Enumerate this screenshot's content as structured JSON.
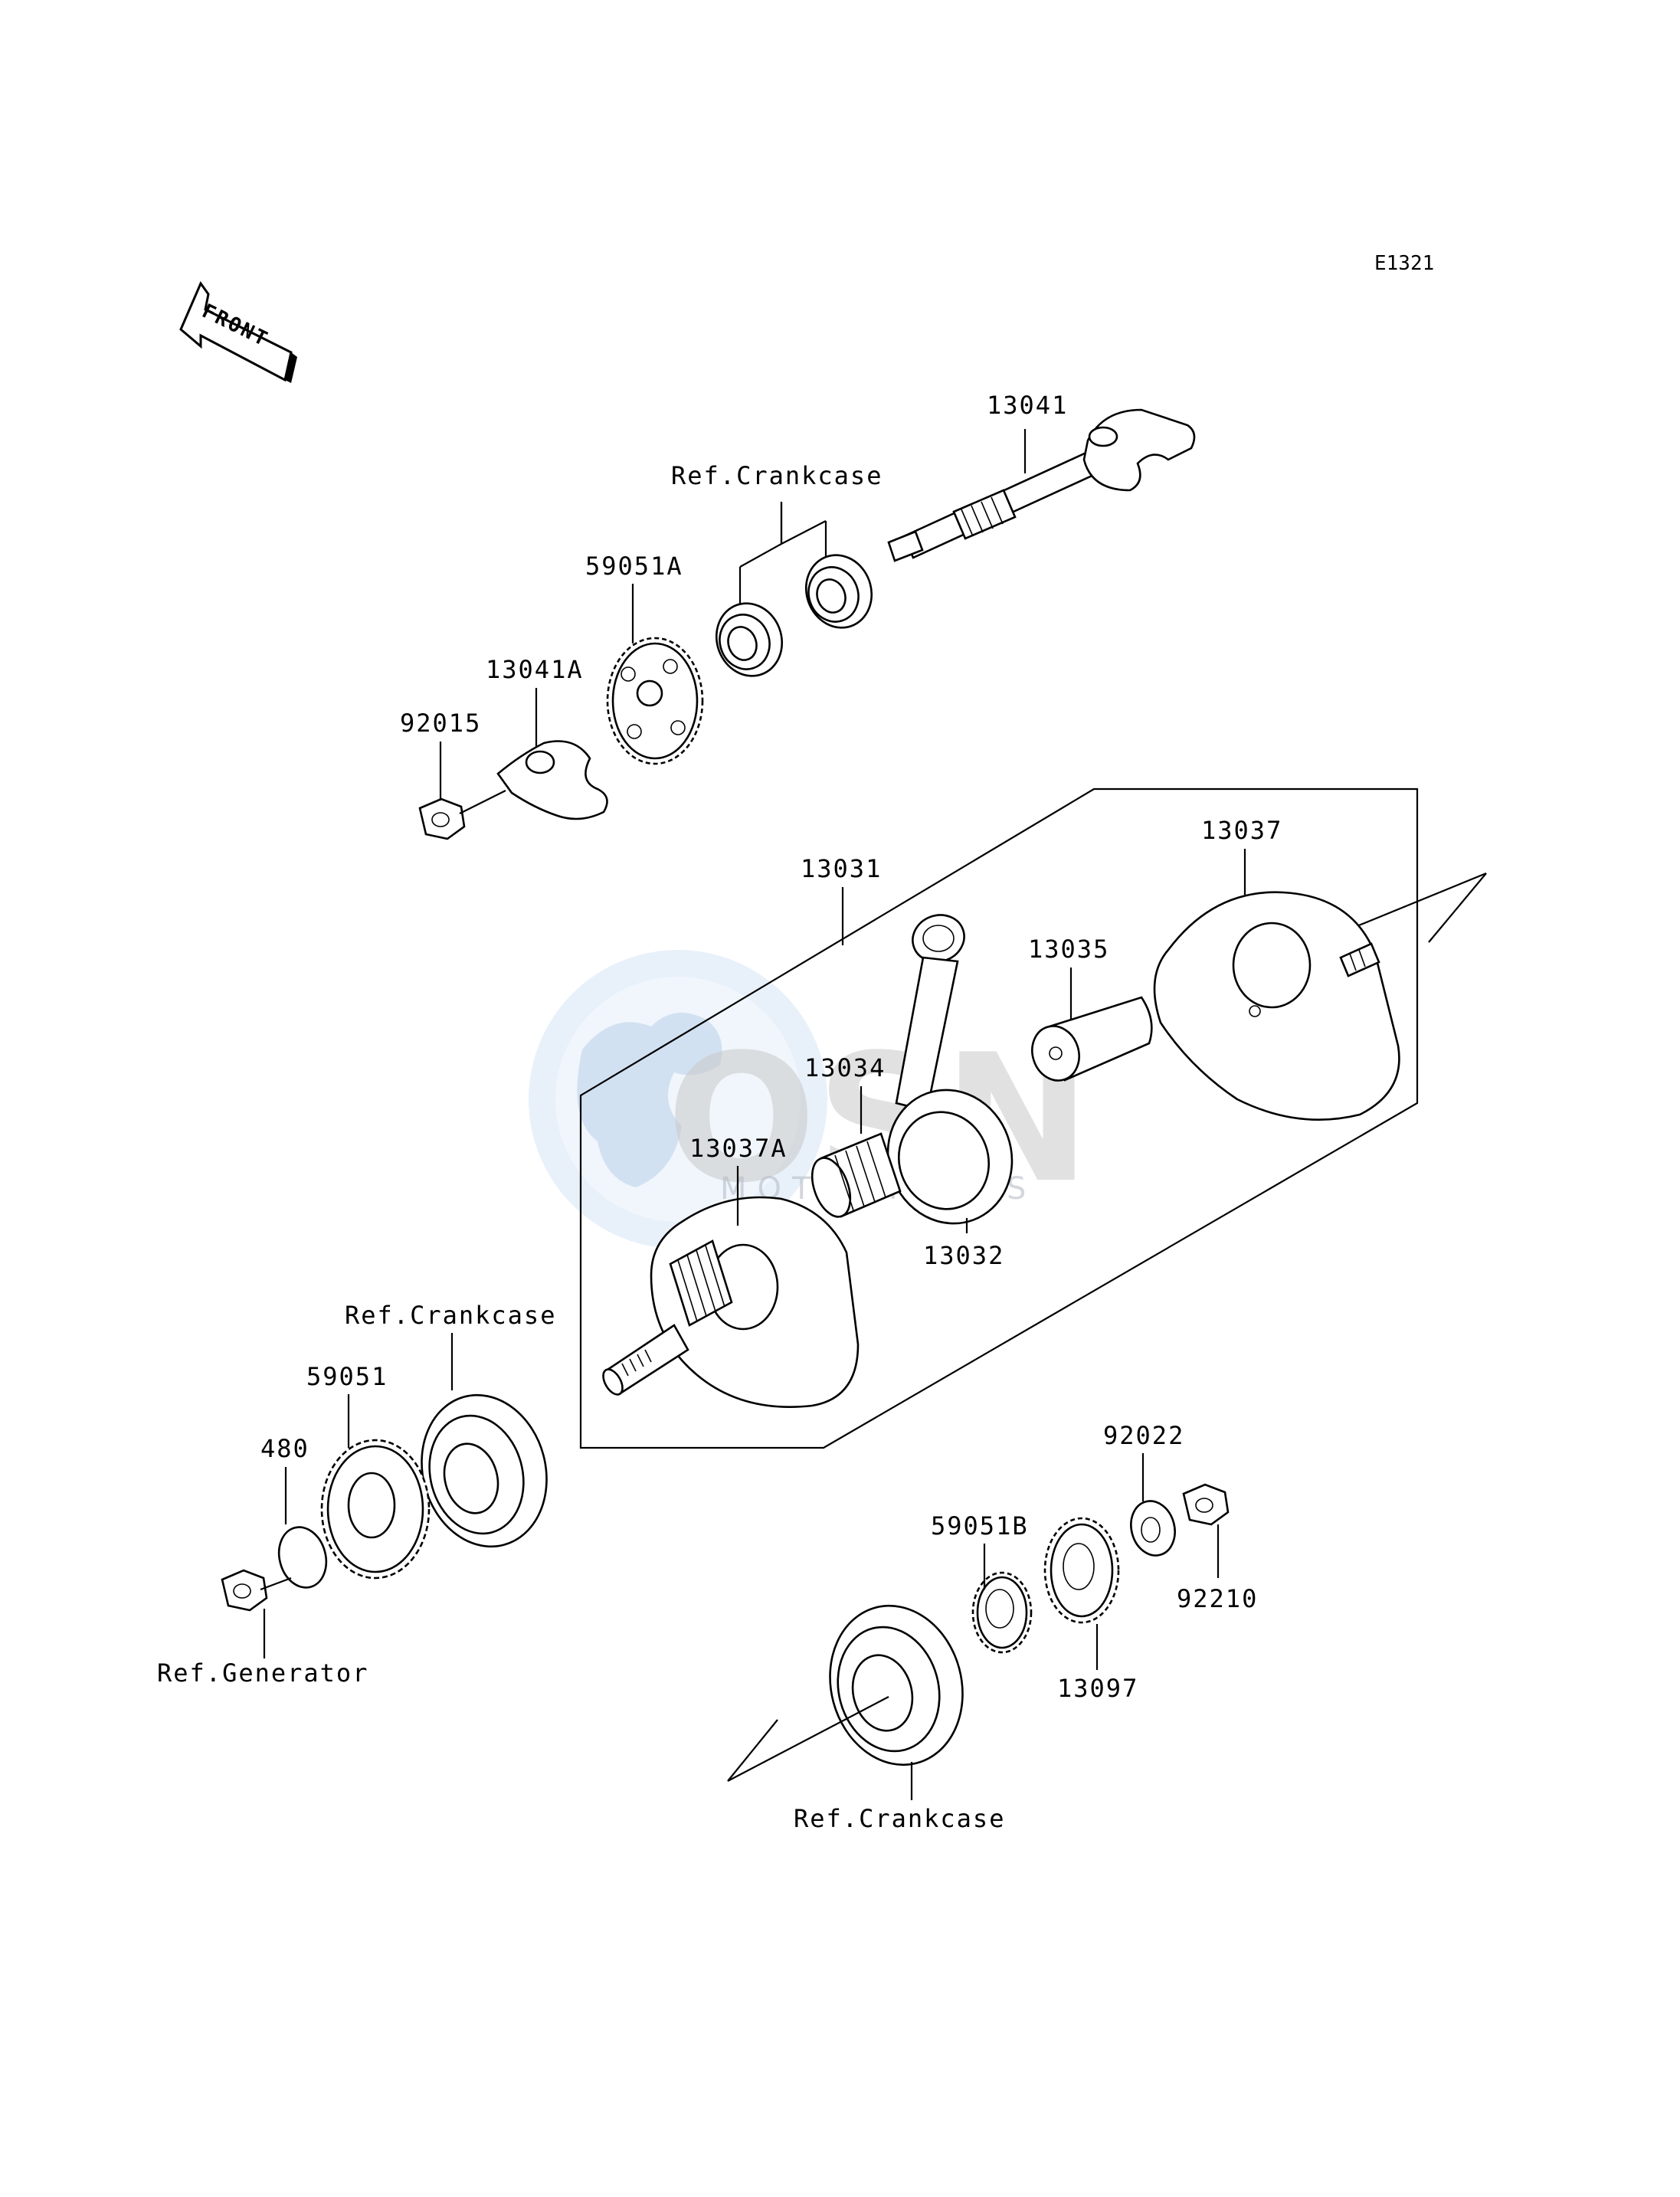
{
  "diagram": {
    "code": "E1321",
    "front_label": "FRONT",
    "watermark": {
      "main": "OSN",
      "sub": "MOTORPARTS"
    },
    "parts": {
      "p13041": "13041",
      "ref_crankcase_top": "Ref.Crankcase",
      "p59051A": "59051A",
      "p13041A": "13041A",
      "p92015": "92015",
      "p13031": "13031",
      "p13037": "13037",
      "p13035": "13035",
      "p13034": "13034",
      "p13037A": "13037A",
      "p13032": "13032",
      "ref_crankcase_left": "Ref.Crankcase",
      "p59051": "59051",
      "p480": "480",
      "ref_generator": "Ref.Generator",
      "p92022": "92022",
      "p59051B": "59051B",
      "p92210": "92210",
      "p13097": "13097",
      "ref_crankcase_bottom": "Ref.Crankcase"
    }
  }
}
